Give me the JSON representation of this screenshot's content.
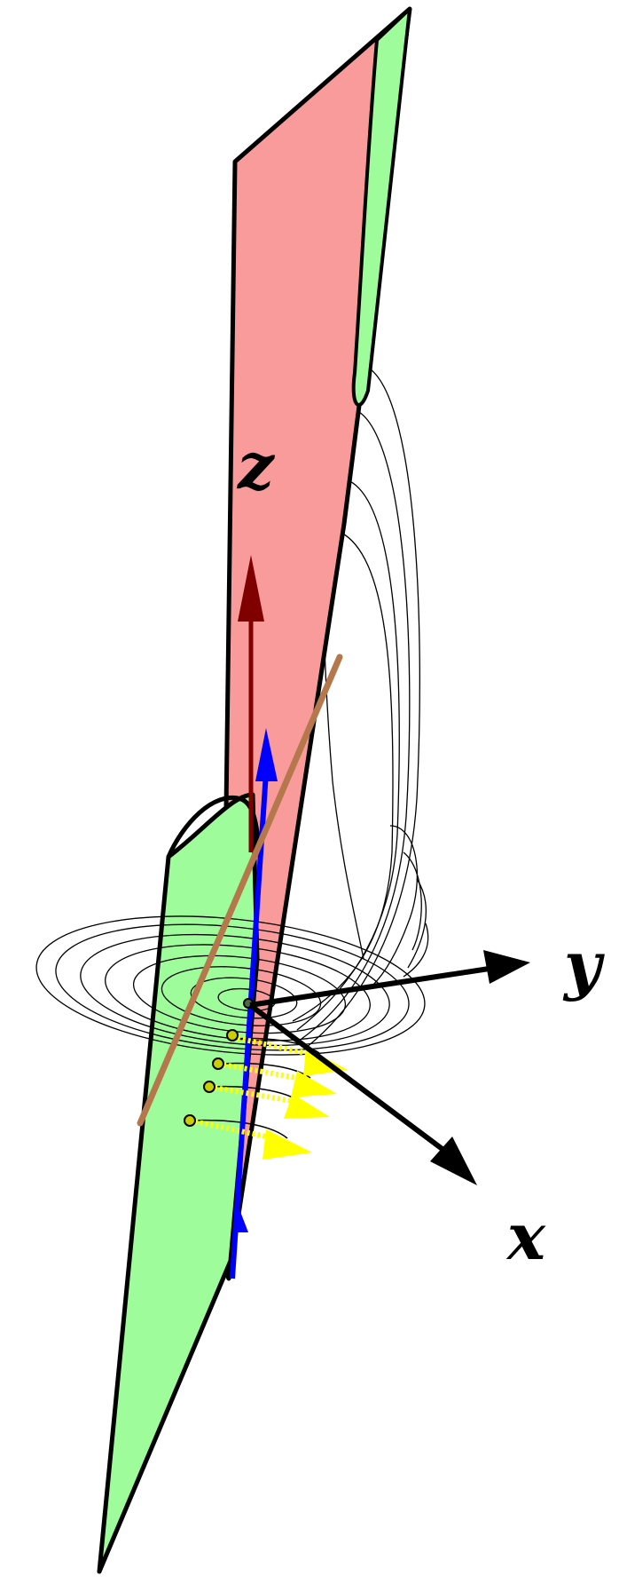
{
  "colors": {
    "background": "#ffffff",
    "plane_red": "#f99b9b",
    "plane_green": "#9efc9a",
    "outline": "#000000",
    "z_axis": "#800000",
    "blue_arrow": "#0000ff",
    "brown_segment": "#b5784d",
    "yellow_arrows": "#ffff00",
    "orbit_lines": "#000000",
    "points": "#c8d000"
  },
  "labels": {
    "z": "z",
    "y": "y",
    "x": "x"
  },
  "elements": {
    "plane_red": "red-plane",
    "plane_green": "green-plane",
    "z_axis_arrow": "z-axis-arrow",
    "y_axis_arrow": "y-axis-arrow",
    "x_axis_arrow": "x-axis-arrow",
    "blue_arrow": "blue-vector",
    "brown_segment": "brown-line",
    "orbits": "spiral-trajectories",
    "yellow_arrows": "flow-arrows"
  }
}
